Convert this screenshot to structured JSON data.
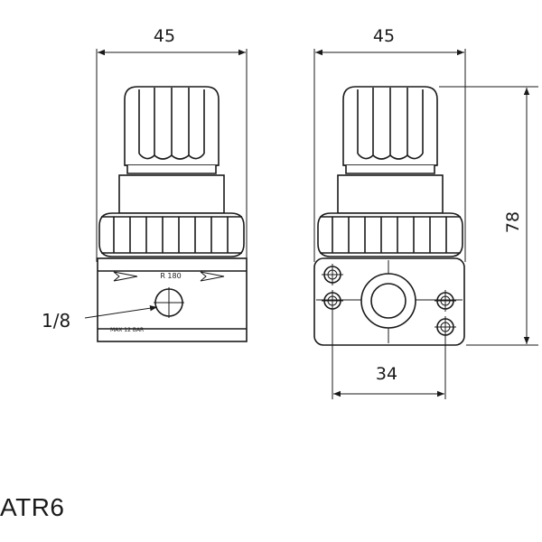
{
  "drawing": {
    "left_view": {
      "width_label": "45",
      "port_label": "1/8",
      "engraving_top": "R 180",
      "engraving_bottom": "MAX 12 BAR"
    },
    "right_view": {
      "width_label": "45",
      "height_label": "78",
      "hole_spacing_label": "34"
    },
    "model_name": "ATR6"
  }
}
